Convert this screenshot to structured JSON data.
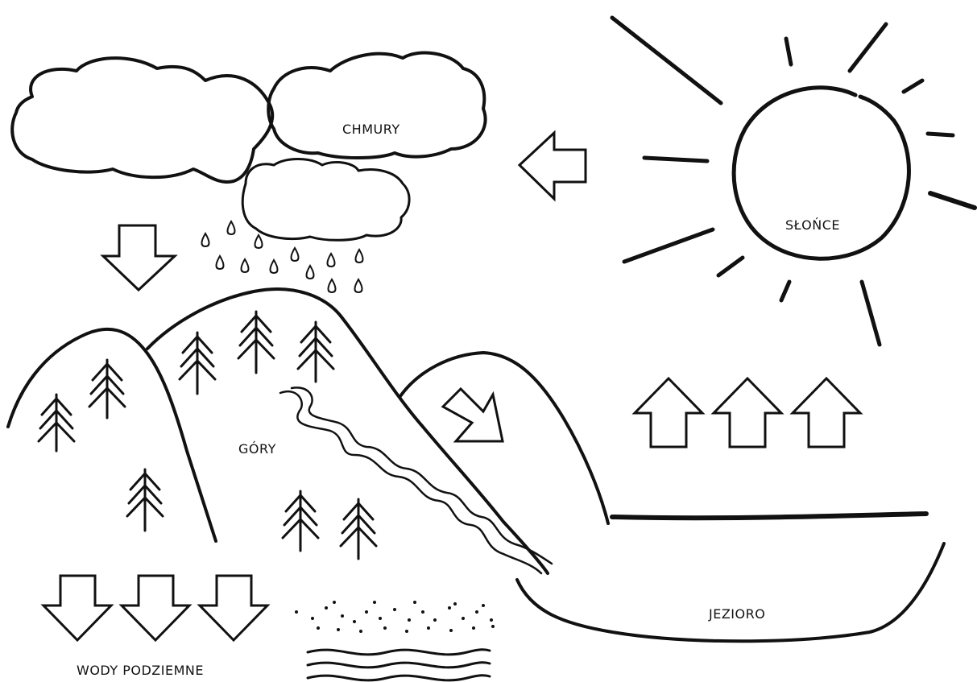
{
  "labels": {
    "clouds": "CHMURY",
    "sun": "SŁOŃCE",
    "mountains": "GÓRY",
    "lake": "JEZIORO",
    "groundwater": "WODY PODZIEMNE"
  },
  "colors": {
    "ink": "#111111",
    "paper": "#ffffff"
  },
  "icons": {
    "arrow": "hollow-block-arrow",
    "raindrop": "raindrop-outline",
    "tree": "fir-tree",
    "sun": "sun-with-rays"
  }
}
